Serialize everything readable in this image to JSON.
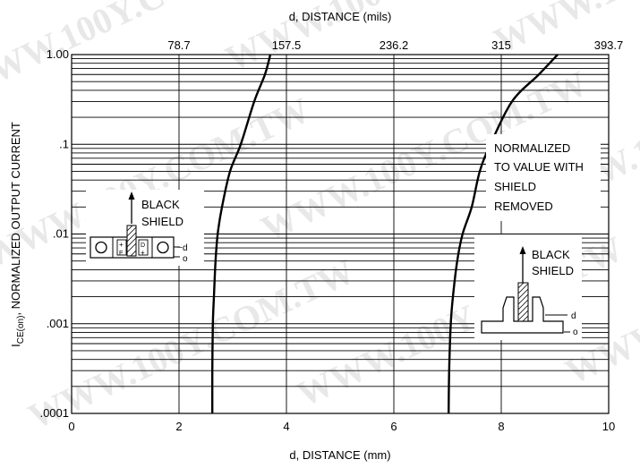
{
  "chart_data": {
    "type": "line",
    "title": "",
    "top_axis": {
      "label": "d, DISTANCE (mils)",
      "tick_labels": [
        "78.7",
        "157.5",
        "236.2",
        "315",
        "393.7"
      ],
      "tick_values_mm": [
        2,
        4,
        6,
        8,
        10
      ]
    },
    "xlabel": "d, DISTANCE (mm)",
    "ylabel_main": "I",
    "ylabel_sub": "CE(on)",
    "ylabel_rest": ", NORMALIZED OUTPUT CURRENT",
    "x_scale": "linear",
    "y_scale": "log",
    "xlim": [
      0,
      10
    ],
    "ylim": [
      0.0001,
      1.0
    ],
    "x_ticks": [
      0,
      2,
      4,
      6,
      8,
      10
    ],
    "x_tick_labels": [
      "0",
      "2",
      "4",
      "6",
      "8",
      "10"
    ],
    "y_ticks": [
      0.0001,
      0.001,
      0.01,
      0.1,
      1.0
    ],
    "y_tick_labels": [
      ".0001",
      ".001",
      ".01",
      ".1",
      "1.00"
    ],
    "grid": true,
    "series": [
      {
        "x": [
          2.62,
          2.62,
          2.63,
          2.65,
          2.68,
          2.72,
          2.8,
          2.95,
          3.15,
          3.4,
          3.6,
          3.7
        ],
        "y": [
          0.0001,
          0.0003,
          0.001,
          0.002,
          0.005,
          0.01,
          0.02,
          0.05,
          0.1,
          0.3,
          0.6,
          1.0
        ]
      },
      {
        "x": [
          7.02,
          7.03,
          7.06,
          7.1,
          7.18,
          7.28,
          7.45,
          7.6,
          7.8,
          8.2,
          8.7,
          9.05
        ],
        "y": [
          0.0001,
          0.0003,
          0.001,
          0.002,
          0.005,
          0.01,
          0.02,
          0.05,
          0.1,
          0.3,
          0.6,
          1.0
        ]
      }
    ],
    "annotations": {
      "left_device": {
        "line1": "BLACK",
        "line2": "SHIELD",
        "label_d": "d",
        "label_o": "o",
        "mark_e": "E",
        "mark_d": "D",
        "mark_plus": "+",
        "mark_minus": "–"
      },
      "right_note": [
        "NORMALIZED",
        "TO VALUE WITH",
        "SHIELD",
        "REMOVED"
      ],
      "right_device": {
        "line1": "BLACK",
        "line2": "SHIELD",
        "label_d": "d",
        "label_o": "o"
      }
    },
    "watermark": "WWW.100Y.COM.TW"
  }
}
